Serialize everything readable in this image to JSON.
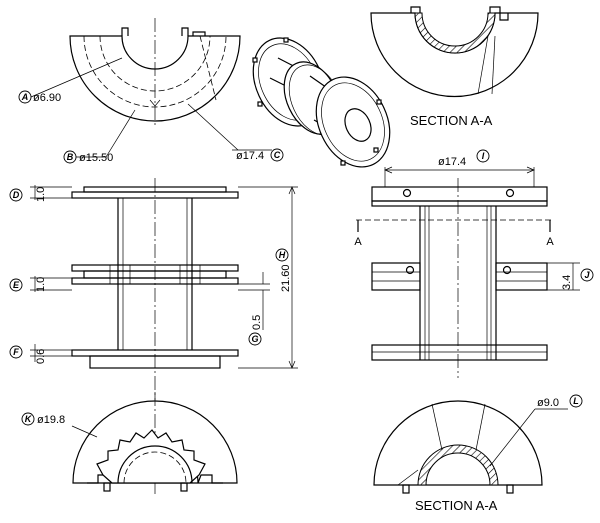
{
  "labels": {
    "a": "A",
    "b": "B",
    "c": "C",
    "d": "D",
    "e": "E",
    "f": "F",
    "g": "G",
    "h": "H",
    "i": "I",
    "j": "J",
    "k": "K",
    "l": "L"
  },
  "dims": {
    "a": "ø6.90",
    "b": "ø15.50",
    "c": "ø17.4",
    "d": "1.0",
    "e": "1.0",
    "f": "0.6",
    "g": "0.5",
    "h": "21.60",
    "i": "ø17.4",
    "j": "3.4",
    "k": "ø19.8",
    "l": "ø9.0"
  },
  "section_mark": "A",
  "captions": {
    "section_top": "SECTION  A-A",
    "section_bottom": "SECTION  A-A"
  }
}
